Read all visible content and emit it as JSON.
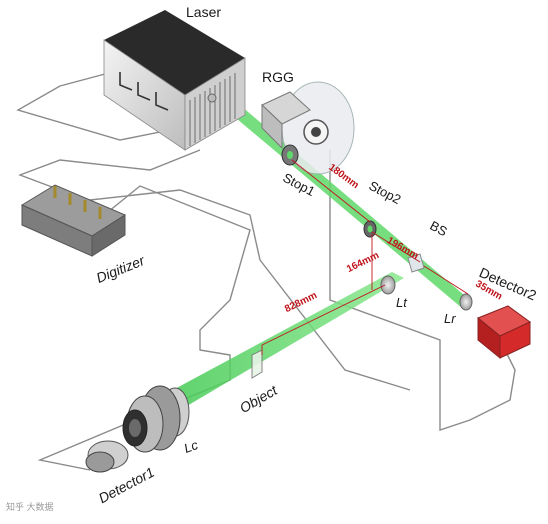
{
  "labels": {
    "laser": "Laser",
    "rgg": "RGG",
    "stop1": "Stop1",
    "stop2": "Stop2",
    "bs": "BS",
    "digitizer": "Digitizer",
    "detector2": "Detector2",
    "lt": "Lt",
    "lr": "Lr",
    "object": "Object",
    "detector1": "Detector1",
    "lc": "Lc"
  },
  "dimensions": {
    "d180": "180mm",
    "d196": "196mm",
    "d164": "164mm",
    "d828": "828mm",
    "d35": "35mm"
  },
  "colors": {
    "beam": "#5fd86a",
    "dimension_line": "#c0141c",
    "detector2_body": "#d42a2a",
    "cable": "#8a8a8a"
  },
  "watermark": "知乎 大数据"
}
